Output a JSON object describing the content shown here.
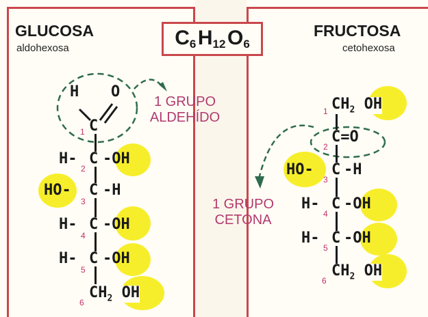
{
  "formula": {
    "c": "C",
    "c_sub": "6",
    "h": "H",
    "h_sub": "12",
    "o": "O",
    "o_sub": "6"
  },
  "glucose": {
    "name": "GLUCOSA",
    "type": "aldohexosa",
    "aldehyde_h": "H",
    "aldehyde_o": "O",
    "c1": "C",
    "group_label_line1": "1 GRUPO",
    "group_label_line2": "ALDEHÍDO",
    "rows": [
      {
        "num": "1",
        "left": "",
        "center": "",
        "right": ""
      },
      {
        "num": "2",
        "left": "H-",
        "center": "C",
        "right": "-OH"
      },
      {
        "num": "3",
        "left": "HO-",
        "center": "C",
        "right": "-H"
      },
      {
        "num": "4",
        "left": "H-",
        "center": "C",
        "right": "-OH"
      },
      {
        "num": "5",
        "left": "H-",
        "center": "C",
        "right": "-OH"
      },
      {
        "num": "6",
        "left": "",
        "center": "CH",
        "right": "OH"
      }
    ],
    "ch2_sub": "2"
  },
  "fructose": {
    "name": "FRUCTOSA",
    "type": "cetohexosa",
    "group_label_line1": "1 GRUPO",
    "group_label_line2": "CETONA",
    "c1": {
      "num": "1",
      "text": "CH",
      "sub": "2",
      "oh": "OH"
    },
    "c2": {
      "num": "2",
      "text": "C=O"
    },
    "c3": {
      "num": "3",
      "left": "HO-",
      "center": "C",
      "right": "-H"
    },
    "c4": {
      "num": "4",
      "left": "H-",
      "center": "C",
      "right": "-OH"
    },
    "c5": {
      "num": "5",
      "left": "H-",
      "center": "C",
      "right": "-OH"
    },
    "c6": {
      "num": "6",
      "text": "CH",
      "sub": "2",
      "oh": "OH"
    }
  },
  "colors": {
    "border": "#c9474c",
    "highlight": "#f7ee2b",
    "label": "#b23a6e",
    "number": "#c0306a",
    "dash": "#2f6b4e"
  }
}
